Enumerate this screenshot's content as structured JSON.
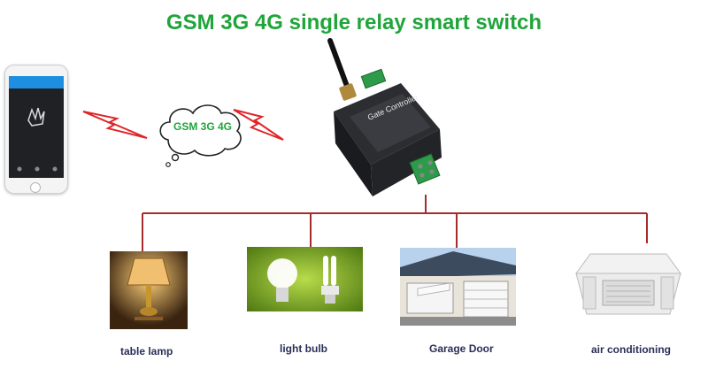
{
  "title": "GSM 3G 4G single relay smart switch",
  "cloud_label": "GSM 3G 4G",
  "device": {
    "name": "Gate Controller"
  },
  "appliances": [
    {
      "label": "table lamp"
    },
    {
      "label": "light bulb"
    },
    {
      "label": "Garage Door"
    },
    {
      "label": "air conditioning"
    }
  ],
  "colors": {
    "title": "#1fa53a",
    "lightning": "#e0252a",
    "wire": "#a62b2b",
    "caption": "#2a2f57"
  }
}
